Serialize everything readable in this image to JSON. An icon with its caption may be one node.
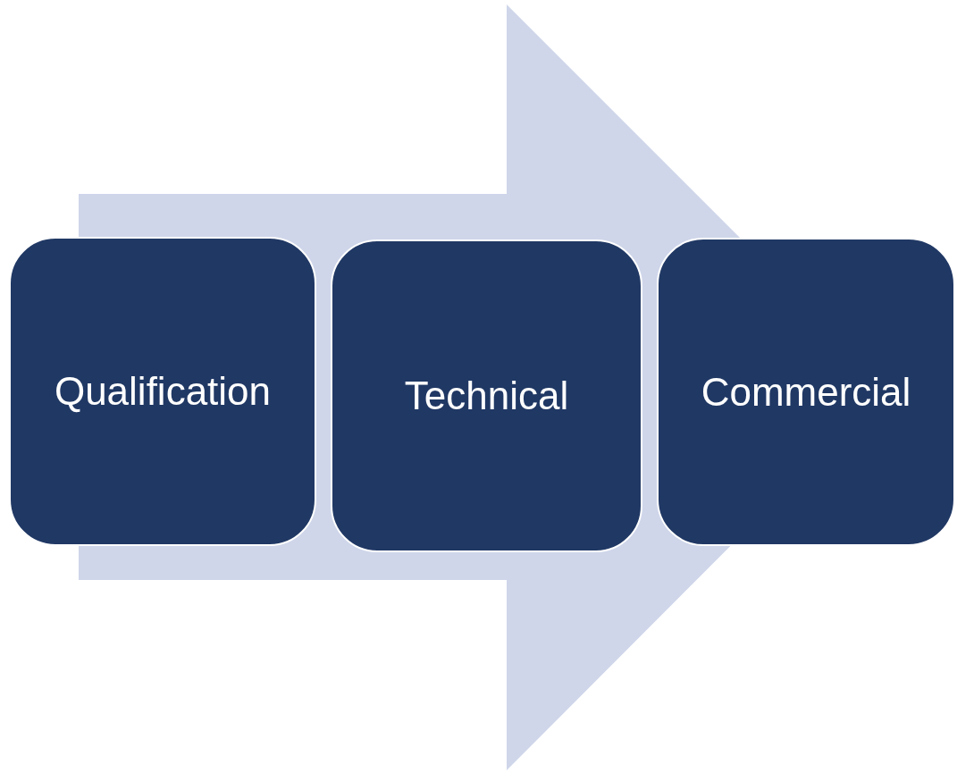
{
  "diagram": {
    "nodes": [
      {
        "text": [
          "Qualification"
        ]
      },
      {
        "text": [
          "Technical"
        ]
      },
      {
        "text": [
          "Commercial"
        ]
      }
    ],
    "edges": [
      {
        "from": 0,
        "to": 2,
        "arrow": "to"
      }
    ]
  }
}
